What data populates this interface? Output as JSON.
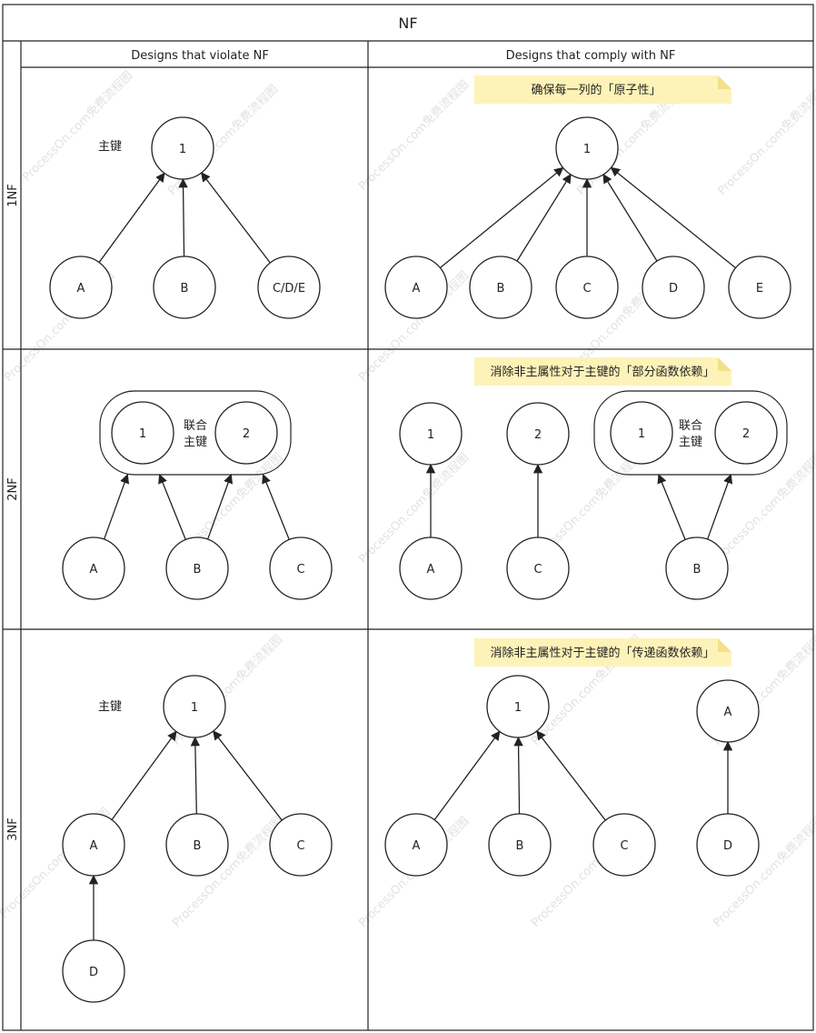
{
  "title": "NF",
  "columns": [
    "Designs that violate NF",
    "Designs that comply with NF"
  ],
  "rows": [
    "1NF",
    "2NF",
    "3NF"
  ],
  "notes": {
    "1nf": "确保每一列的「原子性」",
    "2nf": "消除非主属性对于主键的「部分函数依赖」",
    "3nf": "消除非主属性对于主键的「传递函数依赖」"
  },
  "labels": {
    "primary_key": "主键",
    "composite_key_line1": "联合",
    "composite_key_line2": "主键"
  },
  "nodes": {
    "one": "1",
    "two": "2",
    "a": "A",
    "b": "B",
    "c": "C",
    "d": "D",
    "e": "E",
    "cde": "C/D/E"
  },
  "watermark": "ProcessOn.com免费流程图",
  "colors": {
    "note_fill": "#fdf3b8",
    "note_fold": "#f2e08a",
    "line": "#222222"
  }
}
